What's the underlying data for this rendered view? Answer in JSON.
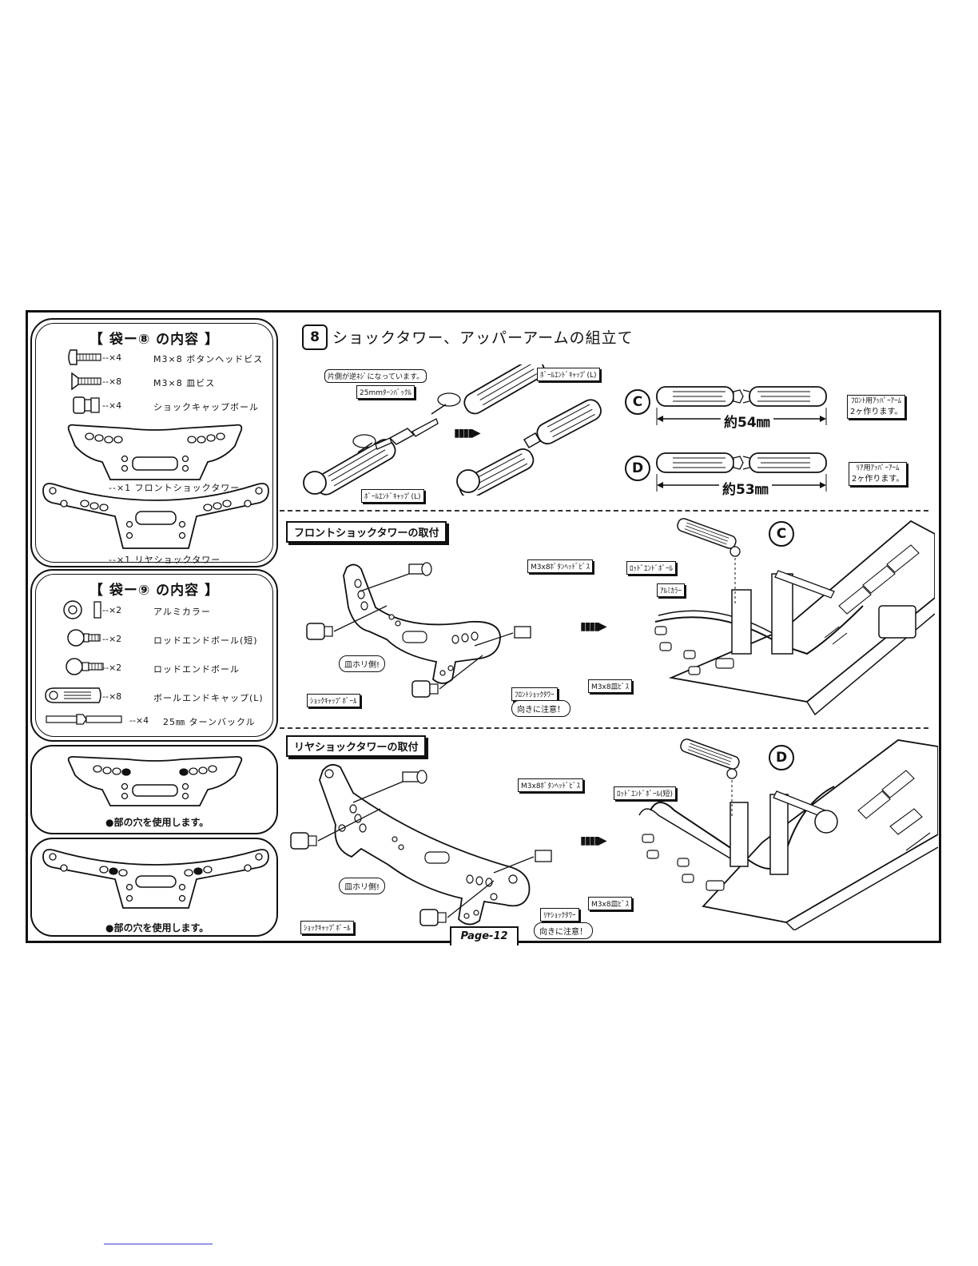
{
  "bag8": {
    "title": "【 袋ー⑧ の内容 】",
    "items": [
      {
        "qty": "--×4",
        "desc": "M3×8 ボタンヘッドビス"
      },
      {
        "qty": "--×8",
        "desc": "M3×8 皿ビス"
      },
      {
        "qty": "--×4",
        "desc": "ショックキャップボール"
      }
    ],
    "front_tower": "--×1  フロントショックタワー",
    "rear_tower": "--×1  リヤショックタワー"
  },
  "bag9": {
    "title": "【 袋ー⑨ の内容 】",
    "items": [
      {
        "qty": "--×2",
        "desc": "アルミカラー"
      },
      {
        "qty": "--×2",
        "desc": "ロッドエンドボール(短)"
      },
      {
        "qty": "--×2",
        "desc": "ロッドエンドボール"
      },
      {
        "qty": "--×8",
        "desc": "ボールエンドキャップ(L)"
      },
      {
        "qty": "--×4",
        "desc": "25㎜ ターンバックル"
      }
    ]
  },
  "hole_note_front": "●部の穴を使用します。",
  "hole_note_rear": "●部の穴を使用します。",
  "step": {
    "number": "8",
    "title": "ショックタワー、アッパーアームの組立て"
  },
  "arm_assembly": {
    "reverse_note": "片側が逆ﾈｼﾞになっています。",
    "turnbuckle": "25mmﾀｰﾝﾊﾞｯｸﾙ",
    "cap_top": "ﾎﾞｰﾙｴﾝﾄﾞｷｬｯﾌﾟ(L)",
    "cap_bottom": "ﾎﾞｰﾙｴﾝﾄﾞｷｬｯﾌﾟ(L)"
  },
  "arm_c": {
    "letter": "C",
    "length": "約54㎜",
    "note_line1": "ﾌﾛﾝﾄ用ｱｯﾊﾟｰｱｰﾑ",
    "note_line2": "2ヶ作ります。"
  },
  "arm_d": {
    "letter": "D",
    "length": "約53㎜",
    "note_line1": "ﾘｱ用ｱｯﾊﾟｰｱｰﾑ",
    "note_line2": "2ヶ作ります。"
  },
  "front_section": {
    "heading": "フロントショックタワーの取付",
    "screw": "M3x8ﾎﾞﾀﾝﾍｯﾄﾞﾋﾞｽ",
    "countersink": "皿ホリ側!",
    "cap_ball": "ｼｮｯｸｷｬｯﾌﾟﾎﾞｰﾙ",
    "tower": "ﾌﾛﾝﾄｼｮｯｸﾀﾜｰ",
    "direction": "向きに注意！",
    "rod_end": "ﾛｯﾄﾞｴﾝﾄﾞﾎﾞｰﾙ",
    "collar": "ｱﾙﾐｶﾗｰ",
    "flat_screw": "M3x8皿ﾋﾞｽ",
    "letter": "C"
  },
  "rear_section": {
    "heading": "リヤショックタワーの取付",
    "screw": "M3x8ﾎﾞﾀﾝﾍｯﾄﾞﾋﾞｽ",
    "countersink": "皿ホリ側!",
    "cap_ball": "ｼｮｯｸｷｬｯﾌﾟﾎﾞｰﾙ",
    "tower": "ﾘﾔｼｮｯｸﾀﾜｰ",
    "direction": "向きに注意！",
    "rod_end": "ﾛｯﾄﾞｴﾝﾄﾞﾎﾞｰﾙ(短)",
    "flat_screw": "M3x8皿ﾋﾞｽ",
    "letter": "D"
  },
  "page": "Page-12"
}
